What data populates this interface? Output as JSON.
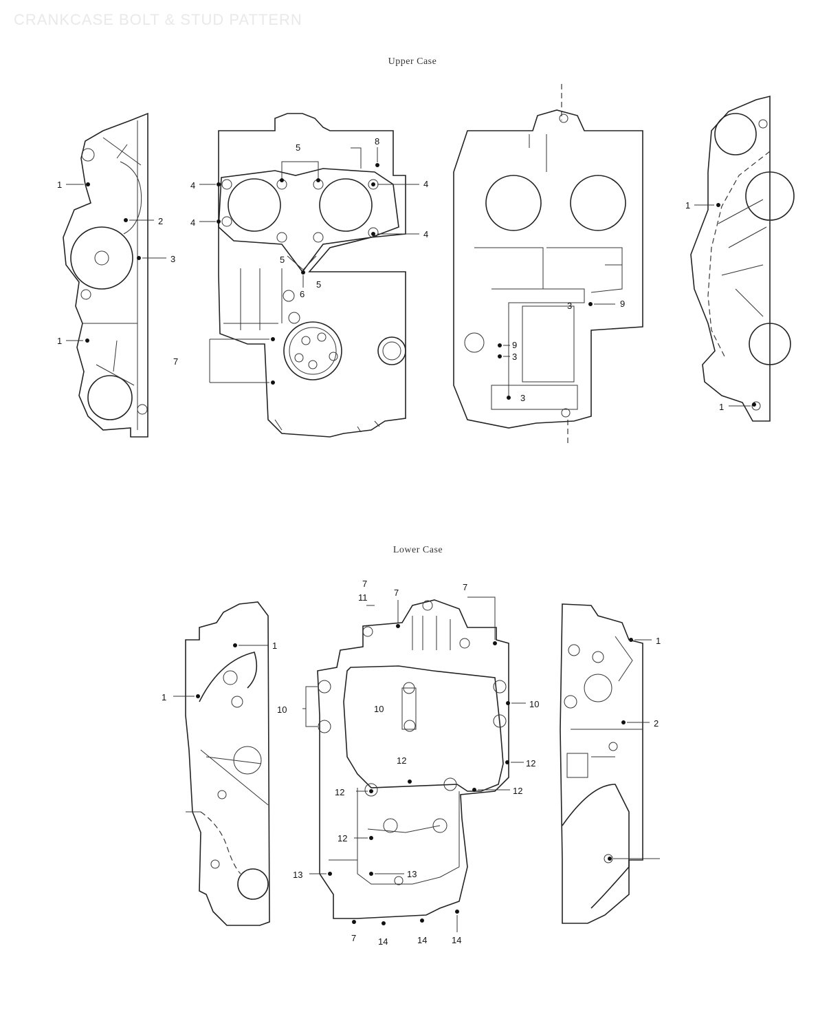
{
  "header": {
    "title": "CRANKCASE BOLT & STUD PATTERN"
  },
  "upper_case": {
    "title": "Upper Case"
  },
  "lower_case": {
    "title": "Lower Case"
  },
  "callouts": {
    "upper": [
      "1",
      "2",
      "3",
      "1",
      "4",
      "4",
      "5",
      "8",
      "4",
      "4",
      "5",
      "6",
      "5",
      "7",
      "9",
      "9",
      "3",
      "3",
      "3",
      "1",
      "1"
    ],
    "lower": [
      "7",
      "11",
      "7",
      "7",
      "1",
      "1",
      "10",
      "10",
      "10",
      "12",
      "12",
      "12",
      "12",
      "12",
      "13",
      "13",
      "7",
      "14",
      "14",
      "14",
      "1",
      "2"
    ]
  }
}
